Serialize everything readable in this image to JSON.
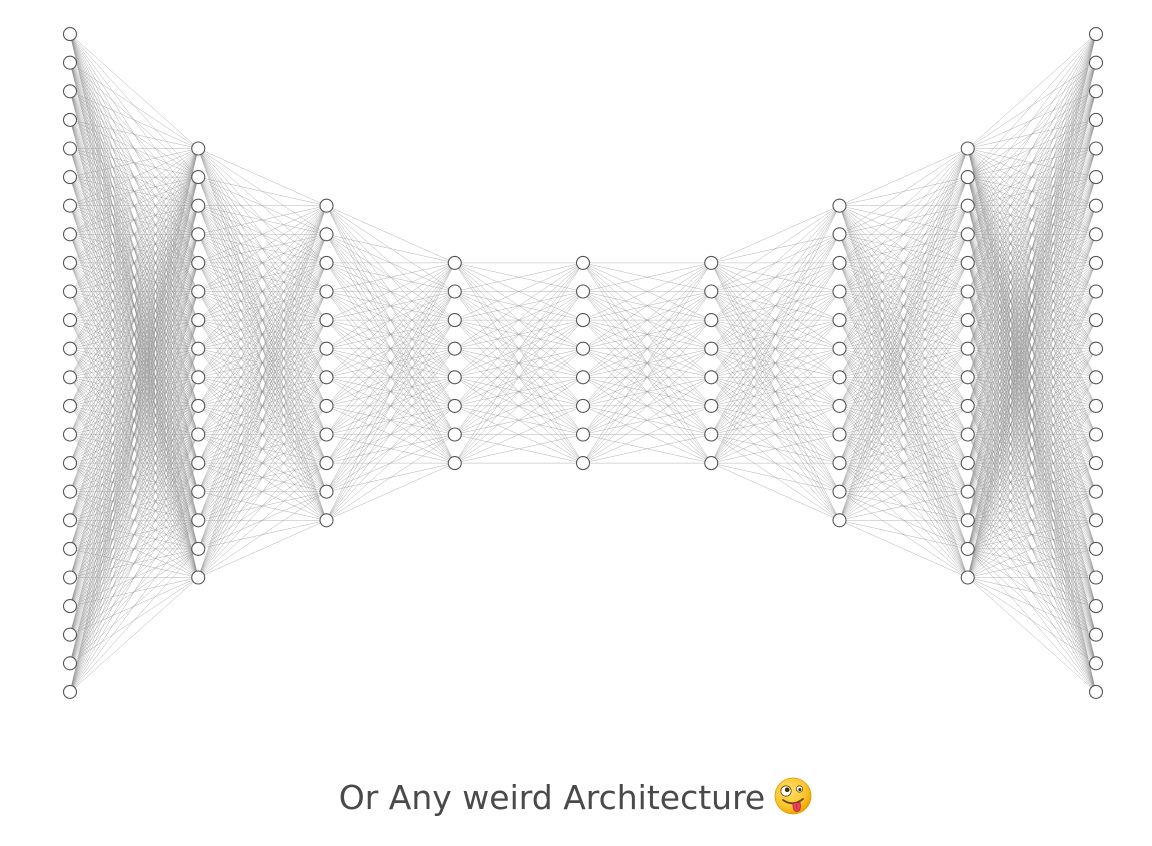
{
  "diagram": {
    "type": "fully-connected neural network",
    "layer_sizes": [
      24,
      16,
      12,
      8,
      8,
      8,
      12,
      16,
      24
    ],
    "node_color": "#ffffff",
    "node_stroke": "#555555",
    "edge_color": "#8c8c8c"
  },
  "caption": {
    "text": "Or Any weird Architecture",
    "emoji_icon": "zany-face-emoji"
  }
}
